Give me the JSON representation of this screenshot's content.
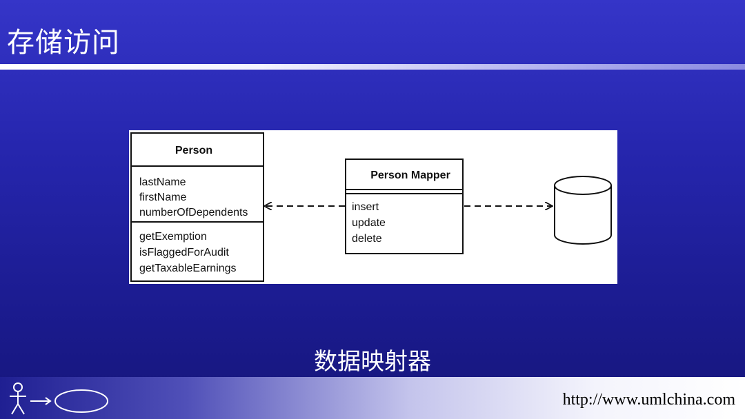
{
  "slide": {
    "title": "存储访问",
    "caption": "数据映射器"
  },
  "diagram": {
    "person_class": {
      "name": "Person",
      "attributes": [
        "lastName",
        "firstName",
        "numberOfDependents"
      ],
      "operations": [
        "getExemption",
        "isFlaggedForAudit",
        "getTaxableEarnings"
      ]
    },
    "mapper_class": {
      "name": "Person Mapper",
      "operations": [
        "insert",
        "update",
        "delete"
      ]
    },
    "database_icon": "database-cylinder-icon"
  },
  "footer": {
    "url": "http://www.umlchina.com",
    "logo_icon": "actor-usecase-logo-icon"
  },
  "colors": {
    "background": "#2626ae",
    "title_text": "#ffffff",
    "diagram_background": "#ffffff",
    "diagram_stroke": "#111111"
  }
}
